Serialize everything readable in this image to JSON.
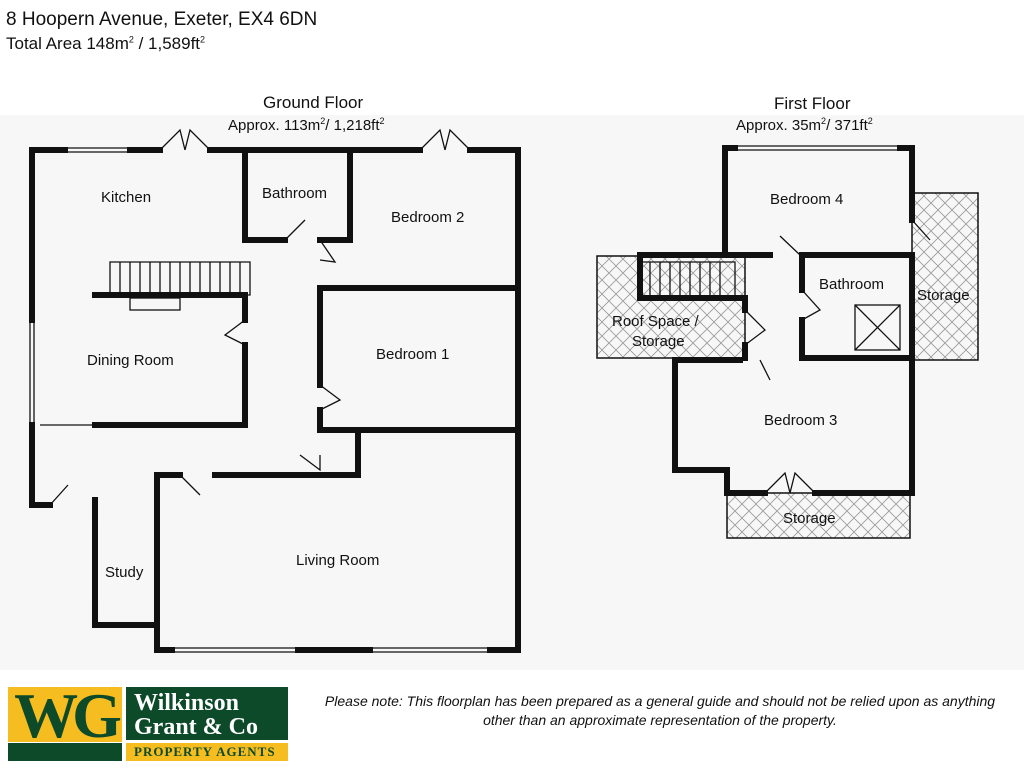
{
  "header": {
    "address": "8 Hoopern Avenue, Exeter, EX4 6DN",
    "total_area_prefix": "Total Area 148m",
    "sup1": "2",
    "total_area_mid": " /  1,589ft",
    "sup2": "2"
  },
  "ground_floor": {
    "title": "Ground Floor",
    "area_a": "Approx. 113m",
    "area_b": "/ 1,218ft",
    "sup": "2",
    "rooms": {
      "kitchen": "Kitchen",
      "bathroom": "Bathroom",
      "bedroom2": "Bedroom 2",
      "dining": "Dining Room",
      "bedroom1": "Bedroom 1",
      "study": "Study",
      "living": "Living Room"
    }
  },
  "first_floor": {
    "title": "First Floor",
    "area_a": "Approx. 35m",
    "area_b": "/ 371ft",
    "sup": "2",
    "rooms": {
      "bedroom4": "Bedroom 4",
      "bathroom": "Bathroom",
      "storage_right": "Storage",
      "roof1": "Roof Space /",
      "roof2": "Storage",
      "bedroom3": "Bedroom 3",
      "storage_bottom": "Storage"
    }
  },
  "logo": {
    "initials": "WG",
    "name1": "Wilkinson",
    "name2": "Grant & Co",
    "tagline": "PROPERTY AGENTS",
    "green": "#0d4a2a",
    "yellow": "#f5bd1f"
  },
  "note": "Please note: This floorplan has been prepared as a general guide and should not be relied upon as anything other than an approximate representation of the property."
}
